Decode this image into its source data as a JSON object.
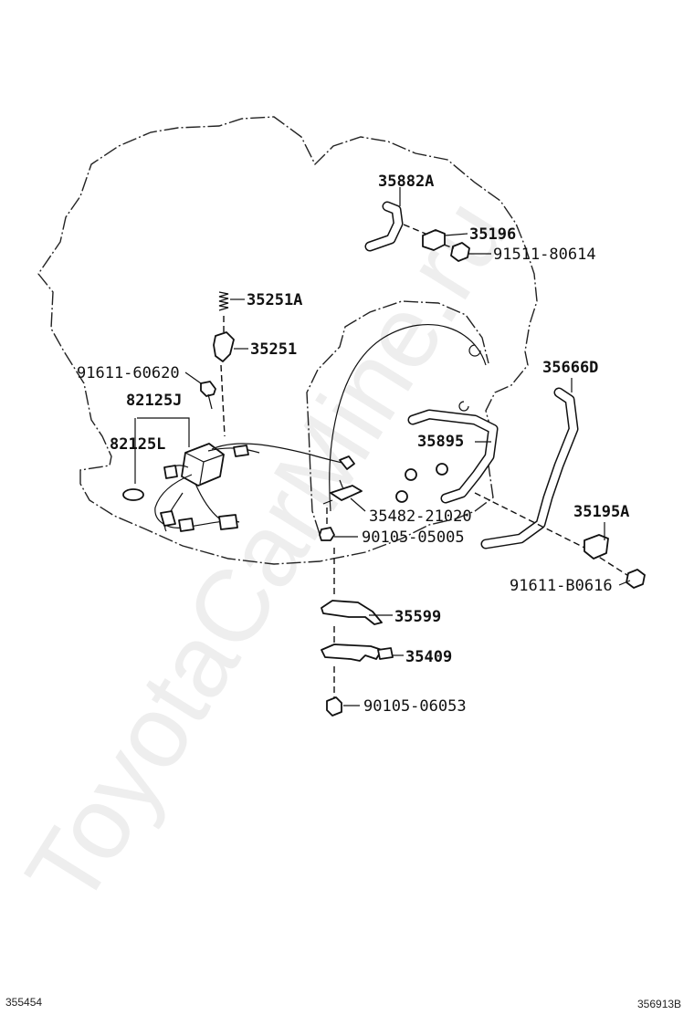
{
  "watermark": "ToyotaCarMine.ru",
  "footer": {
    "left_code": "355454",
    "right_code": "356913B"
  },
  "labels": {
    "p35882a": "35882A",
    "p35196": "35196",
    "p91511": "91511-80614",
    "p35251a": "35251A",
    "p35251": "35251",
    "p91611_60620": "91611-60620",
    "p82125j": "82125J",
    "p82125l": "82125L",
    "p35666d": "35666D",
    "p35895": "35895",
    "p35482": "35482-21020",
    "p90105_05005": "90105-05005",
    "p35195a": "35195A",
    "p91611_b0616": "91611-B0616",
    "p35599": "35599",
    "p35409": "35409",
    "p90105_06053": "90105-06053"
  }
}
